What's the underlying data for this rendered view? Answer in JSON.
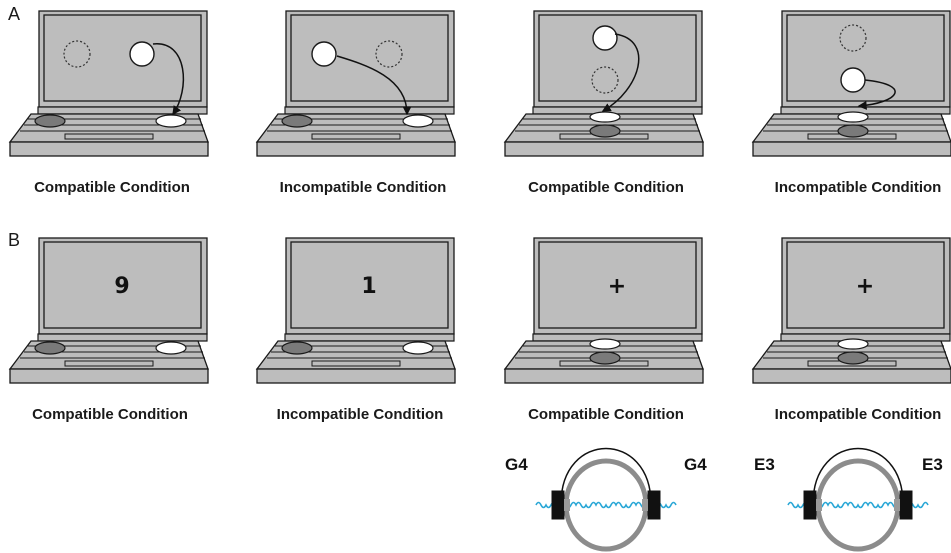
{
  "panels": {
    "a": {
      "letter": "A",
      "laptops": [
        {
          "caption": "Compatible Condition",
          "key_layout": "horizontal",
          "active_key": "right",
          "screen": "dots",
          "dot_layout": "horizontal",
          "solid_dot": "right"
        },
        {
          "caption": "Incompatible  Condition",
          "key_layout": "horizontal",
          "active_key": "right",
          "screen": "dots",
          "dot_layout": "horizontal",
          "solid_dot": "left"
        },
        {
          "caption": "Compatible Condition",
          "key_layout": "vertical",
          "active_key": "top",
          "screen": "dots",
          "dot_layout": "vertical",
          "solid_dot": "top"
        },
        {
          "caption": "Incompatible Condition",
          "key_layout": "vertical",
          "active_key": "top",
          "screen": "dots",
          "dot_layout": "vertical",
          "solid_dot": "bottom"
        }
      ]
    },
    "b": {
      "letter": "B",
      "laptops": [
        {
          "caption": "Compatible Condition",
          "key_layout": "horizontal",
          "active_key": "right",
          "screen": "symbol",
          "symbol": "9"
        },
        {
          "caption": "Incompatible Condition",
          "key_layout": "horizontal",
          "active_key": "right",
          "screen": "symbol",
          "symbol": "1"
        },
        {
          "caption": "Compatible Condition",
          "key_layout": "vertical",
          "active_key": "top",
          "screen": "symbol",
          "symbol": "+"
        },
        {
          "caption": "Incompatible Condition",
          "key_layout": "vertical",
          "active_key": "top",
          "screen": "symbol",
          "symbol": "+"
        }
      ]
    }
  },
  "headphones": [
    {
      "left_note": "G4",
      "right_note": "G4"
    },
    {
      "left_note": "E3",
      "right_note": "E3"
    }
  ],
  "colors": {
    "device_fill": "#bdbdbd",
    "outline": "#1a1a1a",
    "key_dark": "#7a7a7a",
    "key_light": "#ffffff",
    "wave": "#2aa7d6",
    "headband_ring": "#8c8c8c"
  }
}
